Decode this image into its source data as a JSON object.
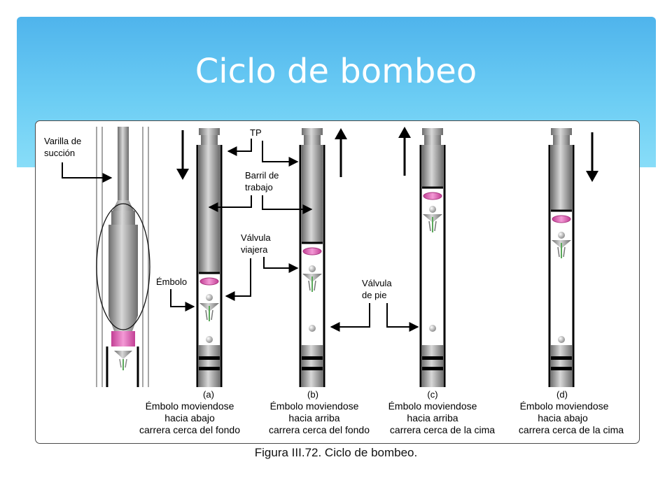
{
  "slide": {
    "title": "Ciclo de bombeo",
    "caption": "Figura III.72.  Ciclo de bombeo.",
    "accent_color": "#4fb4ec"
  },
  "labels": {
    "varilla_1": "Varilla de",
    "varilla_2": "succión",
    "tp": "TP",
    "barril_1": "Barril de",
    "barril_2": "trabajo",
    "viajera_1": "Válvula",
    "viajera_2": "viajera",
    "embolo": "Émbolo",
    "pie_1": "Válvula",
    "pie_2": "de pie"
  },
  "stages": [
    {
      "id": "(a)",
      "line1": "Émbolo moviendose",
      "line2": "hacia abajo",
      "line3": "carrera cerca del fondo",
      "direction": "down"
    },
    {
      "id": "(b)",
      "line1": "Émbolo moviendose",
      "line2": "hacia arriba",
      "line3": "carrera cerca del fondo",
      "direction": "up"
    },
    {
      "id": "(c)",
      "line1": "Émbolo moviendose",
      "line2": "hacia arriba",
      "line3": "carrera cerca de la cima",
      "direction": "up"
    },
    {
      "id": "(d)",
      "line1": "Émbolo moviendose",
      "line2": "hacia abajo",
      "line3": "carrera cerca de la cima",
      "direction": "down"
    }
  ],
  "colors": {
    "plunger_cup": "#e45db8",
    "rod_metal": "#9a9a9a",
    "valve_stem": "#5aa85a"
  }
}
